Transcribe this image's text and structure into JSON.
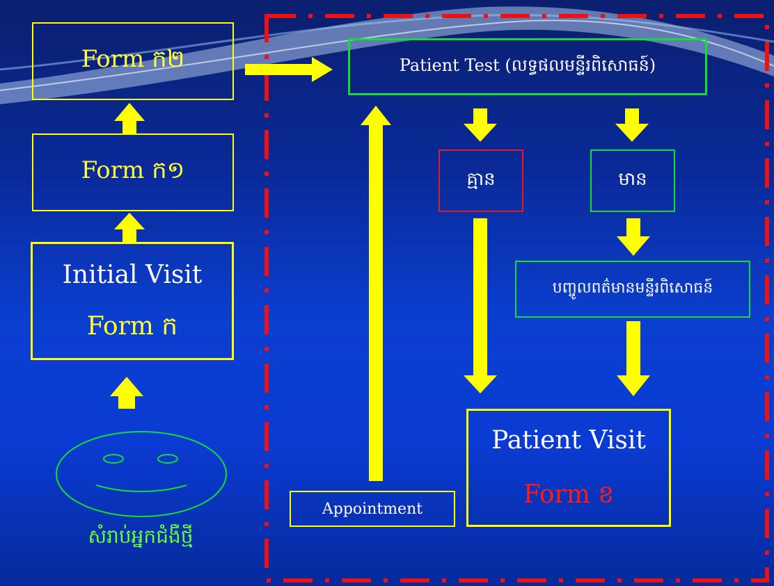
{
  "left": {
    "form_k2": "Form ក២",
    "form_k1": "Form ក១",
    "initial_visit_line1": "Initial Visit",
    "initial_visit_line2": "Form ក",
    "new_patient_label": "សំរាប់អ្នកជំងឺថ្មី"
  },
  "right": {
    "patient_test": "Patient Test (លទ្ធផលមន្ទីរពិសោធន៍)",
    "none": "គ្មាន",
    "have": "មាន",
    "lab_info": "បញ្ចូលពត៌មានមន្ទីរពិសោធន៍",
    "patient_visit_line1": "Patient Visit",
    "patient_visit_line2": "Form ខ",
    "appointment": "Appointment"
  },
  "colors": {
    "arrow": "#ffff00",
    "dashed_border": "#ee1111",
    "green_border": "#11dd33",
    "red_border": "#e21b1b"
  }
}
